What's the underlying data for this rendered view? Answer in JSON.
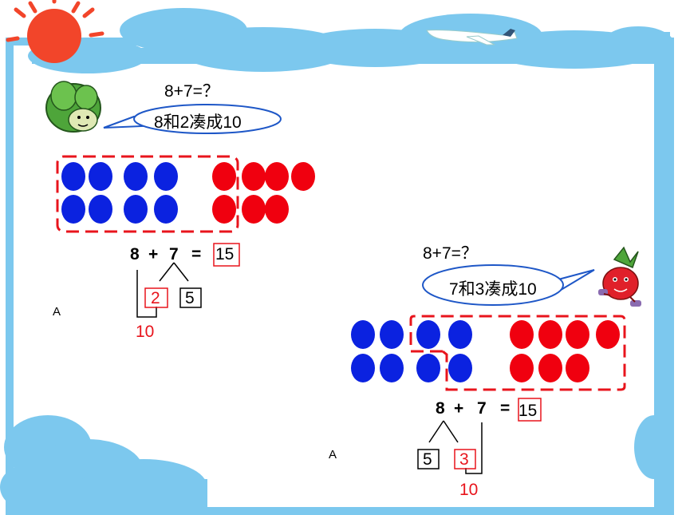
{
  "colors": {
    "sky": "#7cc8ee",
    "cloud": "#7cc8ee",
    "blue_dot": "#0b22e0",
    "red_dot": "#f0000f",
    "red_line": "#e8141c",
    "bubble_border": "#1e57c7",
    "sun": "#f2452a"
  },
  "example1": {
    "question": "8+7=？",
    "hint": "8和2凑成10",
    "blue_count": 8,
    "red_count": 7,
    "equation": {
      "a": "8",
      "op": "+",
      "b": "7",
      "eq": "=",
      "result": "15",
      "split_left": "2",
      "split_right": "5",
      "sum": "10"
    },
    "marker": "A"
  },
  "example2": {
    "question": "8+7=？",
    "hint": "7和3凑成10",
    "blue_count": 8,
    "red_count": 7,
    "equation": {
      "a": "8",
      "op": "+",
      "b": "7",
      "eq": "=",
      "result": "15",
      "split_left": "5",
      "split_right": "3",
      "sum": "10"
    },
    "marker": "A"
  }
}
